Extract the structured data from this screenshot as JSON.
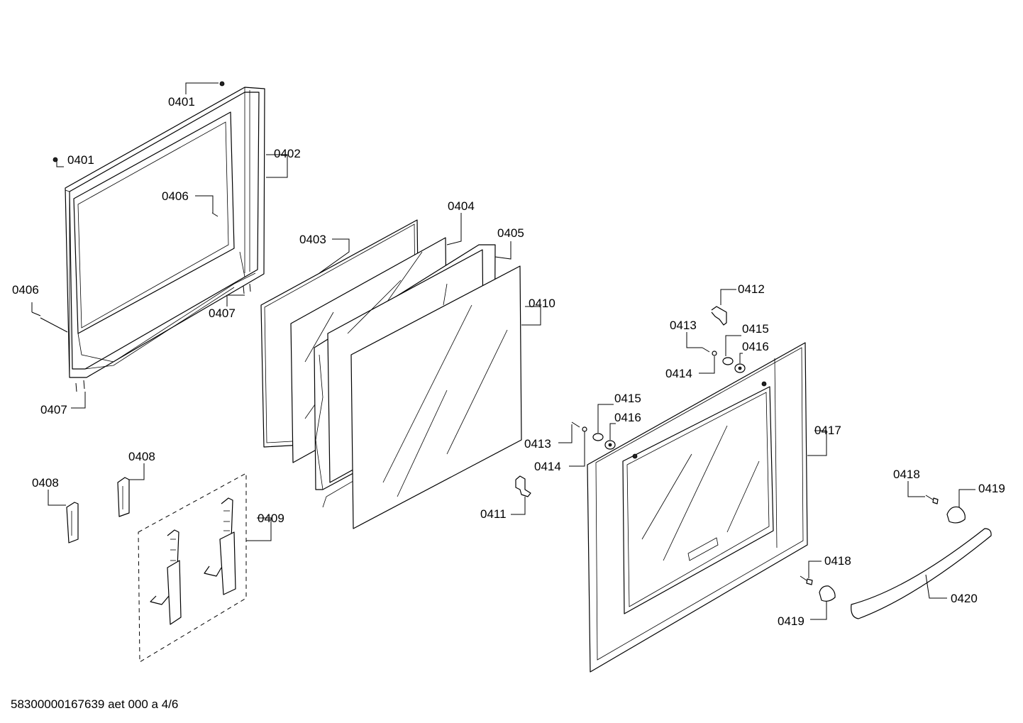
{
  "footer_code": "58300000167639 aet 000 a 4/6",
  "labels": {
    "l0401a": "0401",
    "l0401b": "0401",
    "l0402": "0402",
    "l0406a": "0406",
    "l0406b": "0406",
    "l0407a": "0407",
    "l0407b": "0407",
    "l0403": "0403",
    "l0404": "0404",
    "l0405": "0405",
    "l0410": "0410",
    "l0408a": "0408",
    "l0408b": "0408",
    "l0409": "0409",
    "l0411": "0411",
    "l0412": "0412",
    "l0413a": "0413",
    "l0413b": "0413",
    "l0414a": "0414",
    "l0414b": "0414",
    "l0415a": "0415",
    "l0415b": "0415",
    "l0416a": "0416",
    "l0416b": "0416",
    "l0417": "0417",
    "l0418a": "0418",
    "l0418b": "0418",
    "l0419a": "0419",
    "l0419b": "0419",
    "l0420": "0420"
  }
}
